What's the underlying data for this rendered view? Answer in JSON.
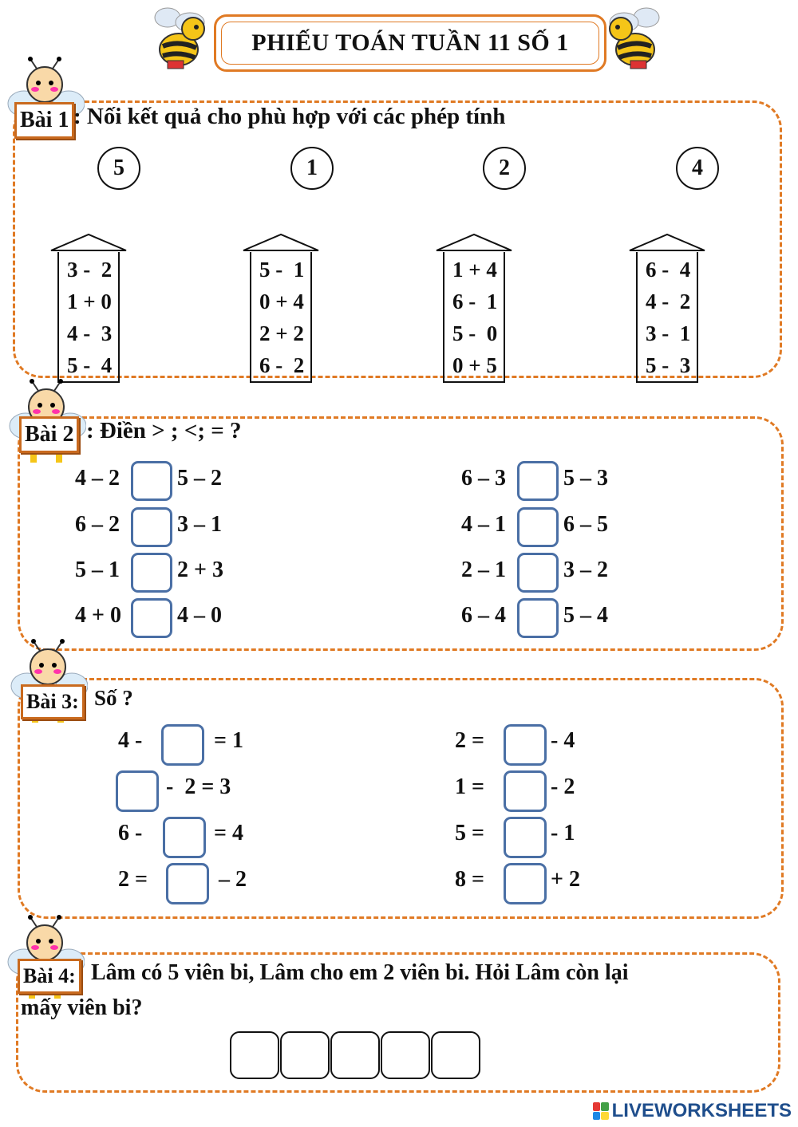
{
  "title": "PHIẾU TOÁN TUẦN 11 SỐ 1",
  "bai1": {
    "label": "Bài 1",
    "text": ": Nối kết quả cho phù hợp với các phép tính",
    "circles": [
      "5",
      "1",
      "2",
      "4"
    ],
    "houses": [
      [
        "3 -  2",
        "1 + 0",
        "4 -  3",
        "5 -  4"
      ],
      [
        "5 -  1",
        "0 + 4",
        "2 + 2",
        "6 -  2"
      ],
      [
        "1 + 4",
        "6 -  1",
        "5 -  0",
        "0 + 5"
      ],
      [
        "6 -  4",
        "4 -  2",
        "3 -  1",
        "5 -  3"
      ]
    ]
  },
  "bai2": {
    "label": "Bài 2",
    "text": ": Điền > ; <; = ?",
    "left": [
      [
        "4 – 2",
        "5 – 2"
      ],
      [
        "6 – 2",
        "3 – 1"
      ],
      [
        "5 – 1",
        "2 + 3"
      ],
      [
        "4 + 0",
        "4 – 0"
      ]
    ],
    "right": [
      [
        "6 – 3",
        "5 – 3"
      ],
      [
        "4 – 1",
        "6 – 5"
      ],
      [
        "2 – 1",
        "3 – 2"
      ],
      [
        "6 – 4",
        "5 – 4"
      ]
    ]
  },
  "bai3": {
    "label": "Bài 3:",
    "text": "Số ?",
    "left": [
      [
        "4 -",
        "= 1"
      ],
      [
        "",
        "-  2 = 3"
      ],
      [
        "6 -",
        "= 4"
      ],
      [
        "2 =",
        "– 2"
      ]
    ],
    "right": [
      [
        "2 =",
        "- 4"
      ],
      [
        "1 =",
        "- 2"
      ],
      [
        "5 =",
        "- 1"
      ],
      [
        "8 =",
        "+ 2"
      ]
    ]
  },
  "bai4": {
    "label": "Bài 4:",
    "text_line1": "Lâm có 5 viên bi, Lâm cho em 2 viên bi. Hỏi Lâm còn lại",
    "text_line2": "mấy viên bi?"
  },
  "footer": {
    "brand": "LIVEWORKSHEETS"
  },
  "colors": {
    "border": "#e07a24",
    "box": "#4a6fa5",
    "brand": "#1f4e8c"
  }
}
